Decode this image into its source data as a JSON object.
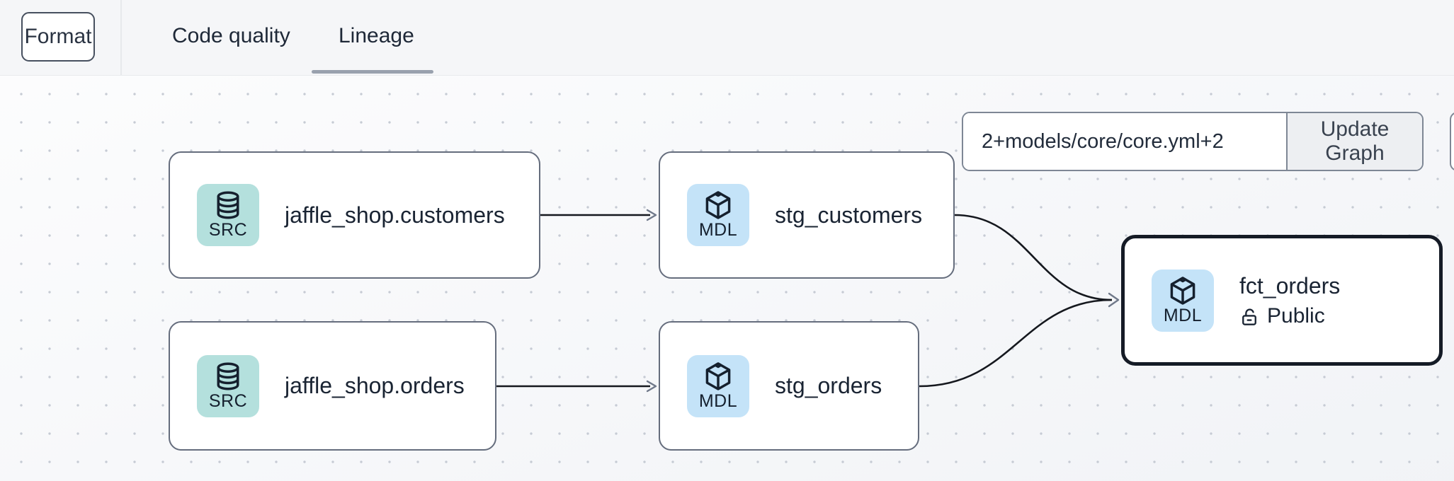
{
  "toolbar": {
    "format_button": "Format",
    "tabs": [
      {
        "label": "Code quality",
        "active": false
      },
      {
        "label": "Lineage",
        "active": true
      }
    ]
  },
  "lineage": {
    "selector": {
      "value": "2+models/core/core.yml+2",
      "update_button": "Update Graph"
    },
    "nodes": [
      {
        "id": "jaffle_shop.customers",
        "label": "jaffle_shop.customers",
        "kind": "SRC",
        "icon": "database-icon",
        "selected": false
      },
      {
        "id": "jaffle_shop.orders",
        "label": "jaffle_shop.orders",
        "kind": "SRC",
        "icon": "database-icon",
        "selected": false
      },
      {
        "id": "stg_customers",
        "label": "stg_customers",
        "kind": "MDL",
        "icon": "cube-icon",
        "selected": false
      },
      {
        "id": "stg_orders",
        "label": "stg_orders",
        "kind": "MDL",
        "icon": "cube-icon",
        "selected": false
      },
      {
        "id": "fct_orders",
        "label": "fct_orders",
        "kind": "MDL",
        "icon": "cube-icon",
        "access": "Public",
        "selected": true
      }
    ],
    "edges": [
      {
        "from": "jaffle_shop.customers",
        "to": "stg_customers"
      },
      {
        "from": "jaffle_shop.orders",
        "to": "stg_orders"
      },
      {
        "from": "stg_customers",
        "to": "fct_orders"
      },
      {
        "from": "stg_orders",
        "to": "fct_orders"
      }
    ]
  },
  "colors": {
    "source_badge_bg": "#b4e0dd",
    "model_badge_bg": "#c4e3f8",
    "node_border": "#656d7d",
    "selected_node_border": "#151b26",
    "edge_line": "#15181e",
    "arrowhead": "#70798a",
    "tab_underline": "#99a1ae",
    "text": "#1a2433",
    "update_button_bg": "#edeff2"
  }
}
